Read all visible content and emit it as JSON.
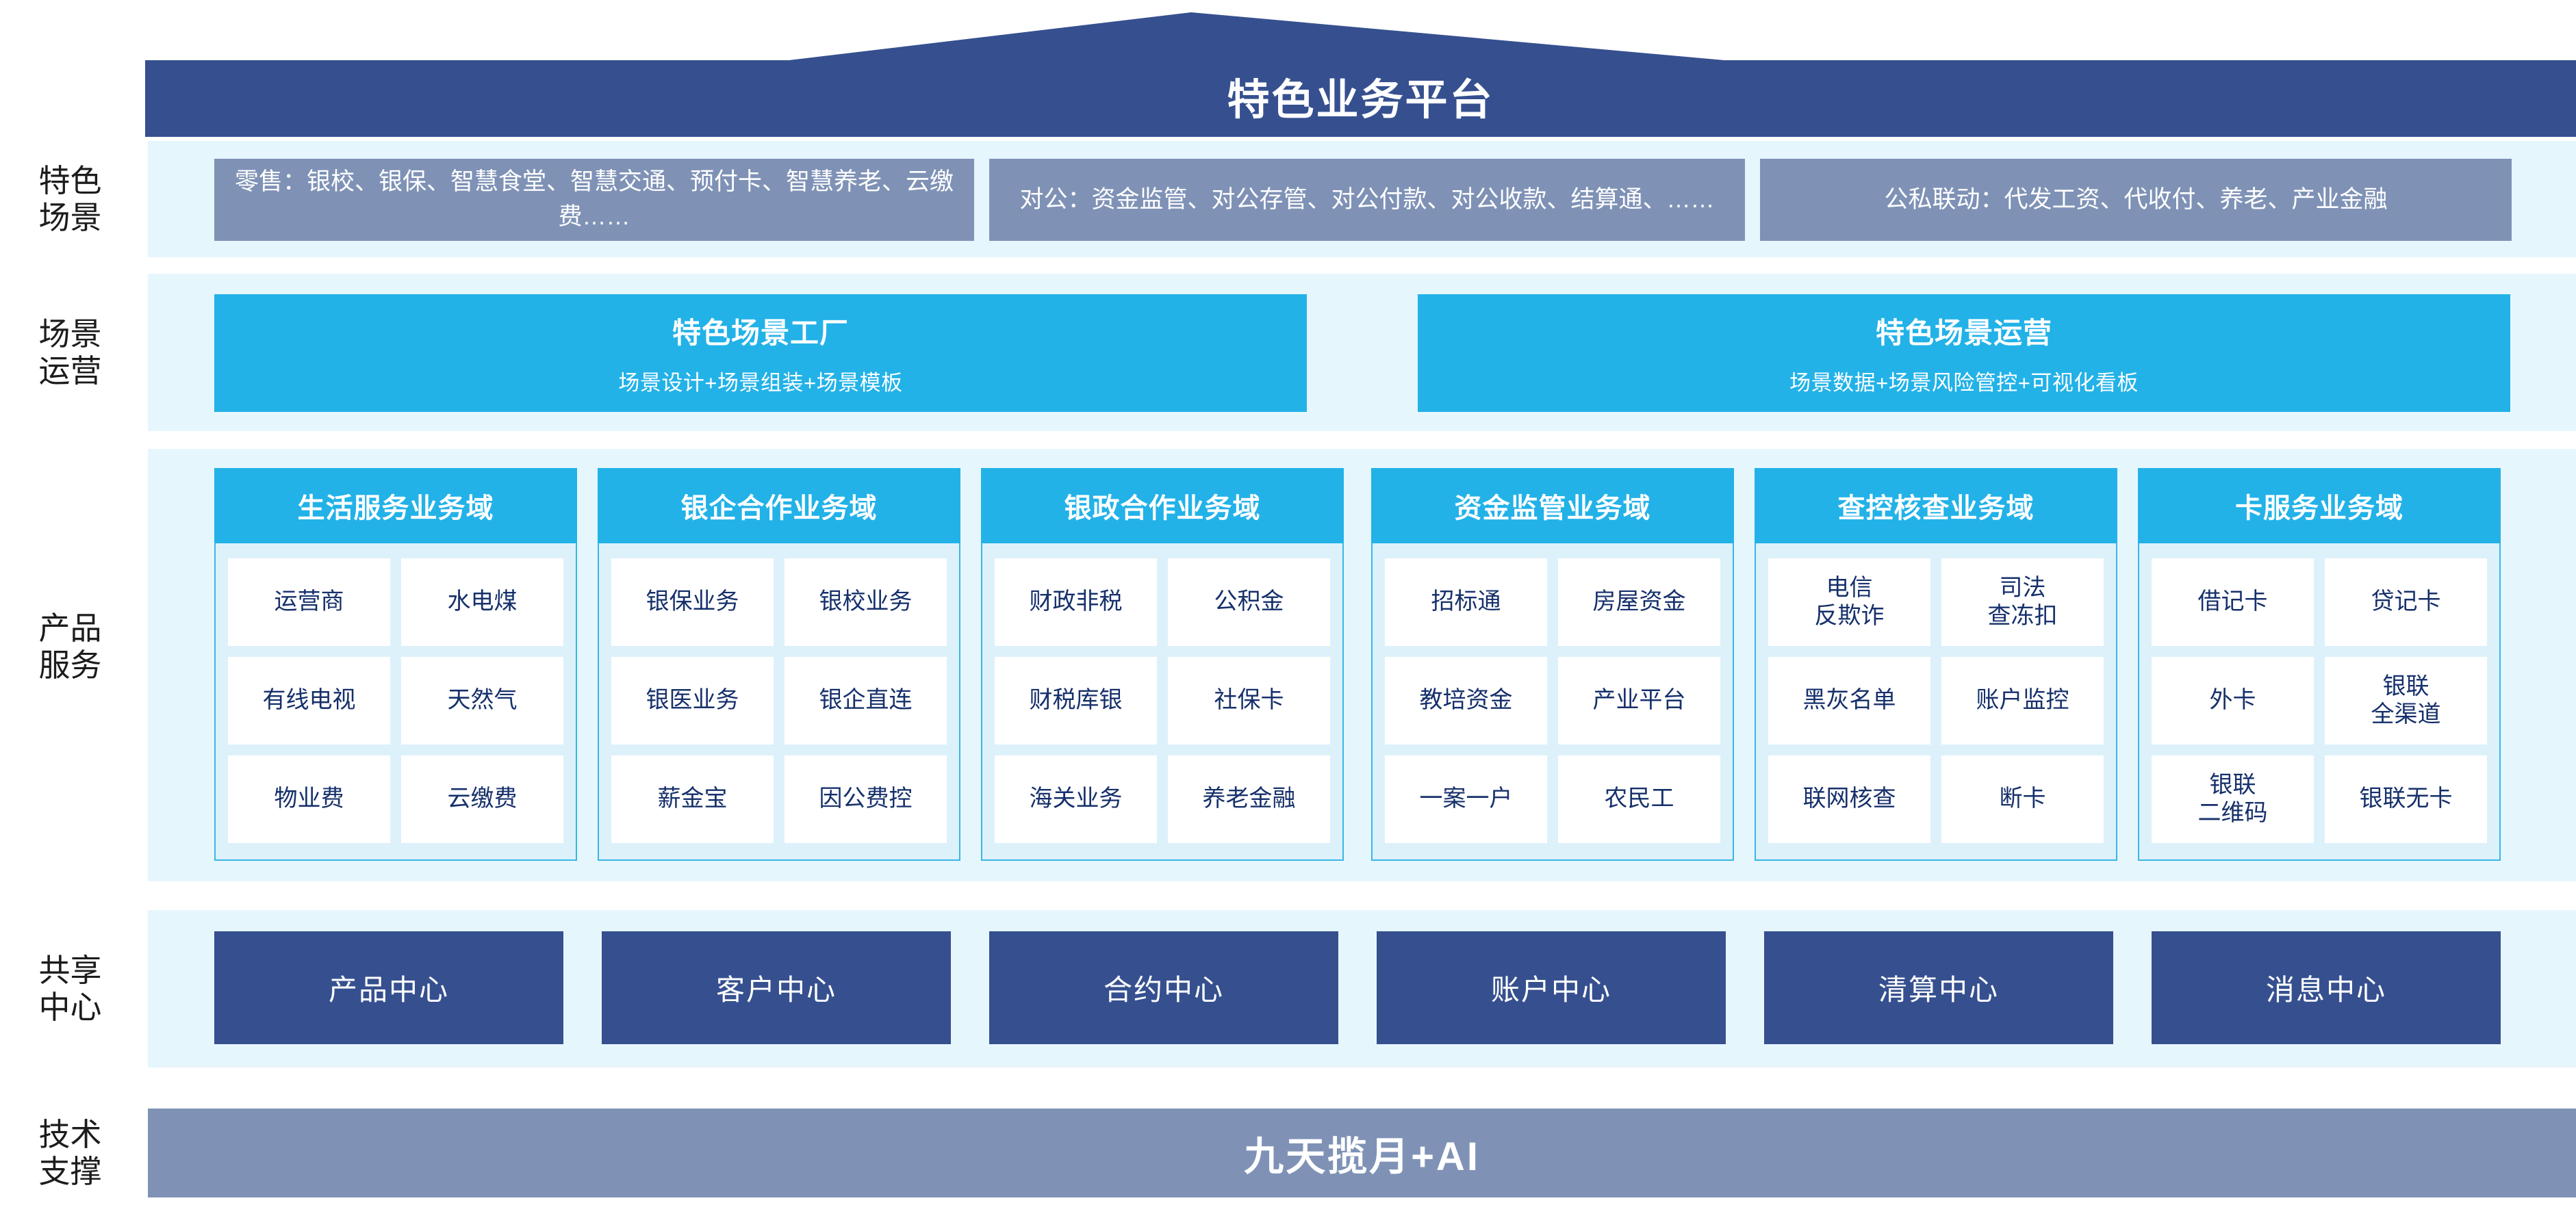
{
  "header": {
    "title": "特色业务平台"
  },
  "rails": {
    "scenes": [
      "特色",
      "场景"
    ],
    "scene_ops": [
      "场景",
      "运营"
    ],
    "products": [
      "产品",
      "服务"
    ],
    "shared_centers": [
      "共享",
      "中心"
    ],
    "tech_support": [
      "技术",
      "支撑"
    ]
  },
  "scenes": {
    "boxes": [
      {
        "label": "零售：银校、银保、智慧食堂、智慧交通、预付卡、智慧养老、云缴费……"
      },
      {
        "label": "对公：资金监管、对公存管、对公付款、对公收款、结算通、……"
      },
      {
        "label": "公私联动：代发工资、代收付、养老、产业金融"
      }
    ]
  },
  "scene_ops": {
    "boxes": [
      {
        "title": "特色场景工厂",
        "subtitle": "场景设计+场景组装+场景模板"
      },
      {
        "title": "特色场景运营",
        "subtitle": "场景数据+场景风险管控+可视化看板"
      }
    ]
  },
  "product_domains": [
    {
      "title": "生活服务业务域",
      "items": [
        "运营商",
        "水电煤",
        "有线电视",
        "天然气",
        "物业费",
        "云缴费"
      ]
    },
    {
      "title": "银企合作业务域",
      "items": [
        "银保业务",
        "银校业务",
        "银医业务",
        "银企直连",
        "薪金宝",
        "因公费控"
      ]
    },
    {
      "title": "银政合作业务域",
      "items": [
        "财政非税",
        "公积金",
        "财税库银",
        "社保卡",
        "海关业务",
        "养老金融"
      ]
    },
    {
      "title": "资金监管业务域",
      "items": [
        "招标通",
        "房屋资金",
        "教培资金",
        "产业平台",
        "一案一户",
        "农民工"
      ]
    },
    {
      "title": "查控核查业务域",
      "items": [
        "电信\n反欺诈",
        "司法\n查冻扣",
        "黑灰名单",
        "账户监控",
        "联网核查",
        "断卡"
      ]
    },
    {
      "title": "卡服务业务域",
      "items": [
        "借记卡",
        "贷记卡",
        "外卡",
        "银联\n全渠道",
        "银联\n二维码",
        "银联无卡"
      ]
    }
  ],
  "shared_centers": {
    "boxes": [
      {
        "label": "产品中心"
      },
      {
        "label": "客户中心"
      },
      {
        "label": "合约中心"
      },
      {
        "label": "账户中心"
      },
      {
        "label": "清算中心"
      },
      {
        "label": "消息中心"
      }
    ]
  },
  "tech_support": {
    "label": "九天揽月+AI"
  },
  "colors": {
    "roof_dark_blue": "#36508f",
    "scene_box_slate": "#7f92b6",
    "accent_cyan": "#22b2e8",
    "panel_light": "#e6f6fd",
    "domain_body": "#ddf1fb",
    "text_navy": "#16306b"
  }
}
